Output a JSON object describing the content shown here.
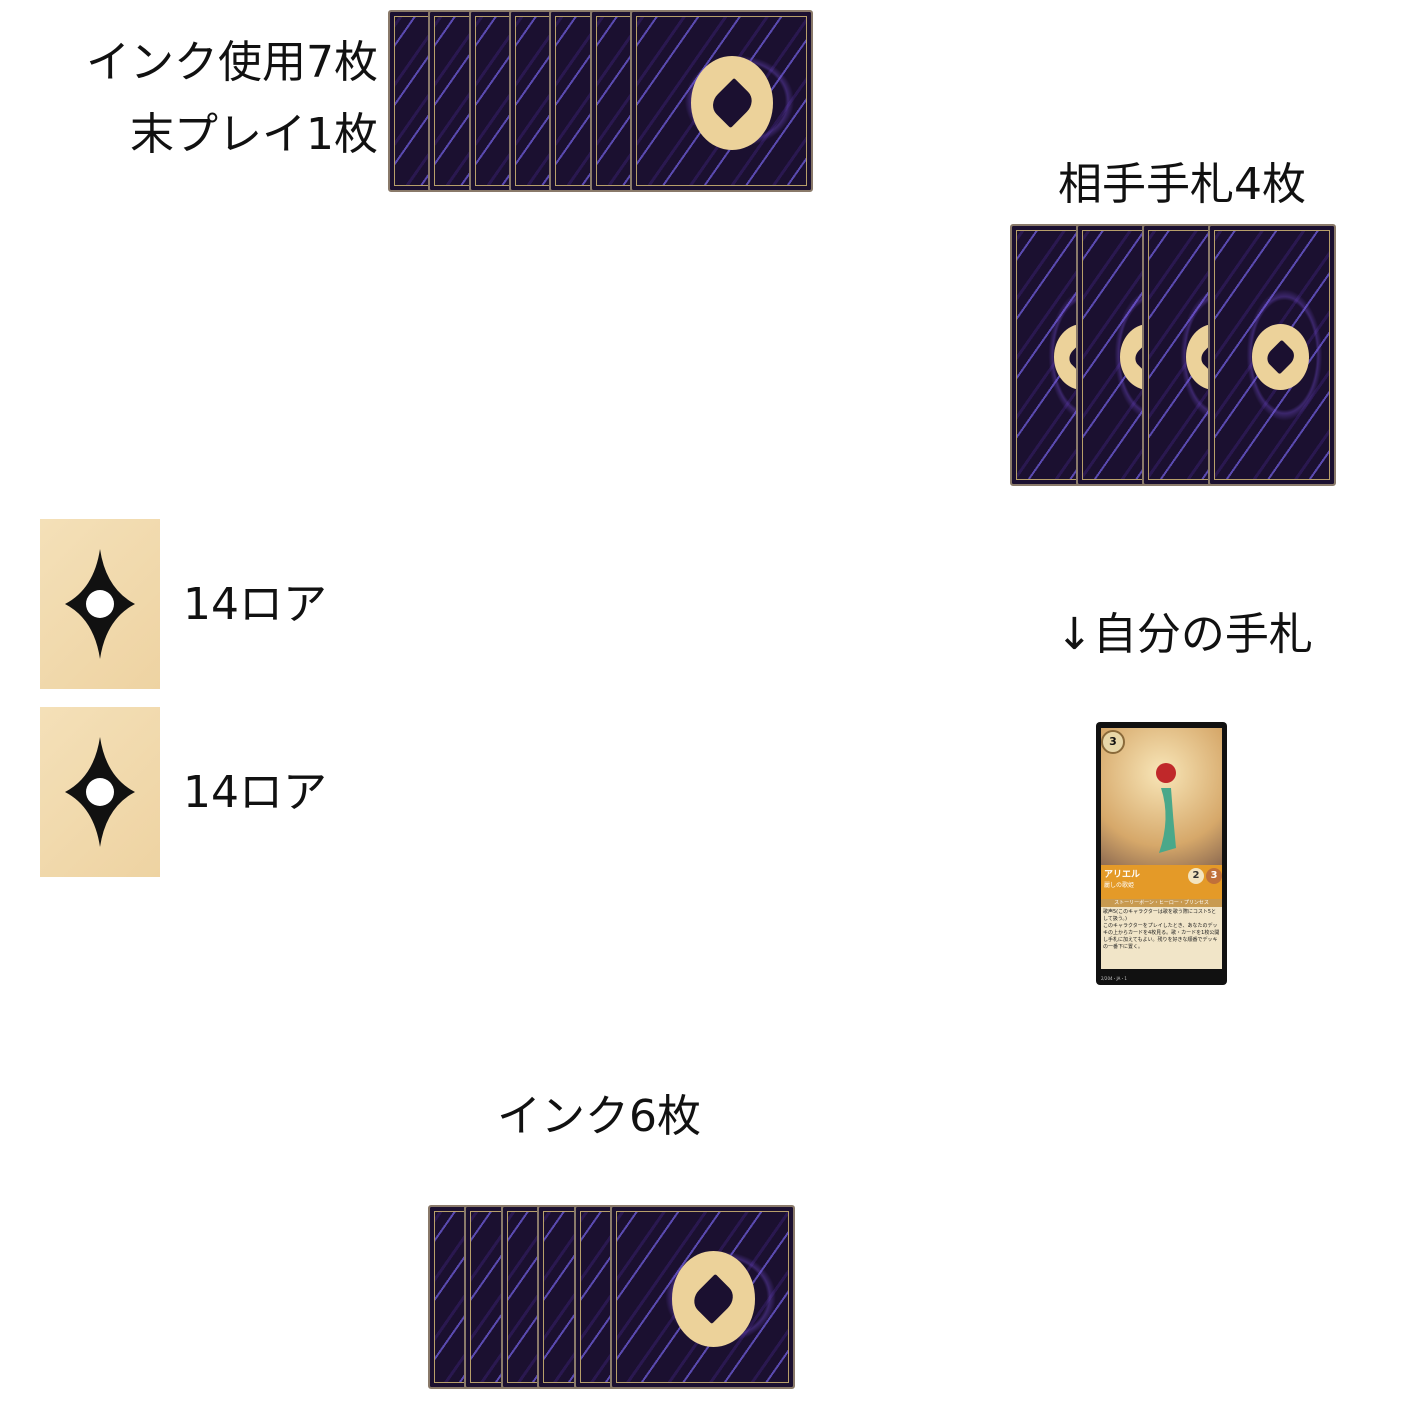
{
  "labels": {
    "ink_used": "インク使用7枚",
    "unplayed": "末プレイ1枚",
    "opponent_hand": "相手手札4枚",
    "my_hand": "↓自分の手札",
    "ink_count": "インク6枚",
    "lore_1": "14ロア",
    "lore_2": "14ロア"
  },
  "opponent_ink": {
    "count": 7,
    "icon": "card-back"
  },
  "opponent_hand": {
    "count": 4,
    "icon": "card-back"
  },
  "my_ink": {
    "count": 6,
    "icon": "card-back"
  },
  "lore_icons": [
    "lore-diamond-icon",
    "lore-diamond-icon"
  ],
  "my_hand_card": {
    "cost": "3",
    "name": "アリエル",
    "subtitle": "麗しの歌姫",
    "strength": "2",
    "willpower": "3",
    "types": "ストーリーボーン・ヒーロー・プリンセス",
    "ability_1": "歌声5(このキャラクターは歌を歌う際にコスト5として扱う。)",
    "ability_2": "このキャラクターをプレイしたとき、あなたのデッキの上からカードを4枚見る。歌・カードを1枚公開し手札に加えてもよい。残りを好きな順番でデッキの一番下に置く。",
    "footer": "2/204・JA・1"
  },
  "colors": {
    "card_back": "#1b1030",
    "emblem": "#ecd29a",
    "lore_bg": "#f0d8a8",
    "name_bar": "#e49a28"
  }
}
